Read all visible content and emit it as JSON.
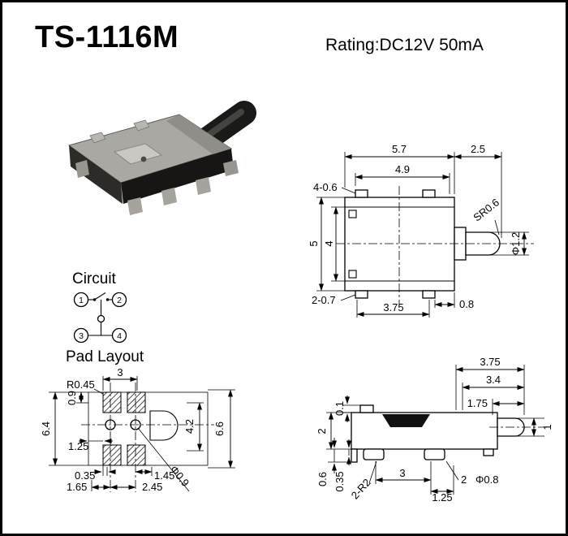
{
  "header": {
    "title": "TS-1116M",
    "rating": "Rating:DC12V 50mA"
  },
  "sections": {
    "circuit": "Circuit",
    "pad_layout": "Pad Layout"
  },
  "circuit": {
    "terminals": [
      "1",
      "2",
      "3",
      "4"
    ]
  },
  "top_view": {
    "dim_body_width": "5.7",
    "dim_plunger_len": "2.5",
    "dim_inner_width": "4.9",
    "dim_corner_tabs": "4-0.6",
    "dim_body_height": "5",
    "dim_inner_height": "4",
    "dim_tip_radius": "SR0.6",
    "dim_plunger_dia": "Φ1.2",
    "dim_bottom_tabs": "2-0.7",
    "dim_tab_span": "3.75",
    "dim_tab_edge": "0.8"
  },
  "pad_layout": {
    "dim_pad_span": "3",
    "dim_corner_radius": "R0.45",
    "dim_pad_offset": "0.9",
    "dim_left_height": "6.4",
    "dim_hole_offset": "1.25",
    "dim_center_height": "4.2",
    "dim_right_height": "6.6",
    "dim_small_offset": "0.35",
    "dim_hole_gap": "1.45",
    "dim_hole_dia": "Φ0.9",
    "dim_left_pitch": "1.65",
    "dim_hole_pitch": "2.45"
  },
  "side_view": {
    "dim_total_len": "3.75",
    "dim_len2": "3.4",
    "dim_plunger_len": "1.75",
    "dim_step": "0.1",
    "dim_body_height": "2",
    "dim_plunger_dia": "1",
    "dim_foot_height": "0.6",
    "dim_foot_thickness": "0.35",
    "dim_corner_radius": "2-R2",
    "dim_foot_span": "3",
    "dim_foot_offset": "1.25",
    "dim_terminal_count": "2",
    "dim_terminal_dia": "Φ0.8"
  }
}
